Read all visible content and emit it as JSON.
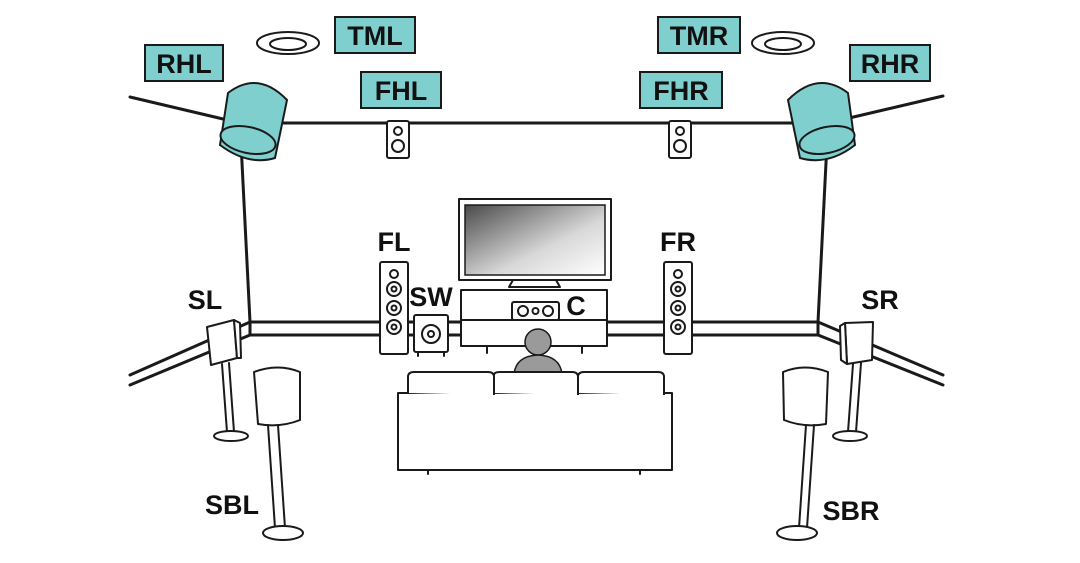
{
  "colors": {
    "highlight": "#7fcfcf",
    "line": "#1a1a1a",
    "person": "#9a9a9a"
  },
  "labels": {
    "rhl": "RHL",
    "tml": "TML",
    "fhl": "FHL",
    "tmr": "TMR",
    "fhr": "FHR",
    "rhr": "RHR",
    "fl": "FL",
    "fr": "FR",
    "sw": "SW",
    "c": "C",
    "sl": "SL",
    "sr": "SR",
    "sbl": "SBL",
    "sbr": "SBR"
  }
}
